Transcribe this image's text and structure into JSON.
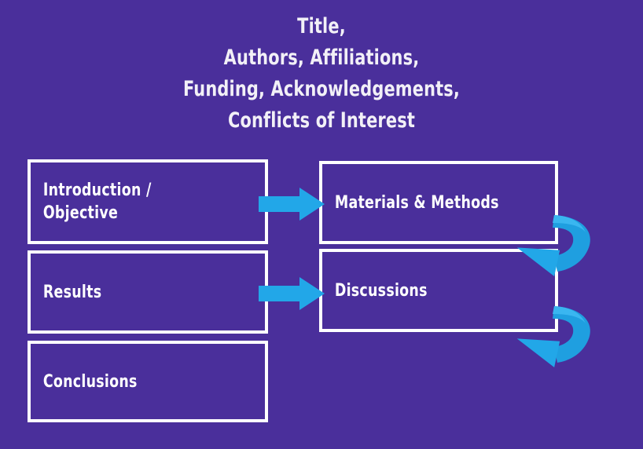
{
  "page": {
    "background_color": "#4a2f9b",
    "accent_color": "#22a7e8",
    "text_color": "#ffffff"
  },
  "header": {
    "lines": [
      "Title,",
      "Authors, Affiliations,",
      "Funding, Acknowledgements,",
      "Conflicts of Interest"
    ]
  },
  "flow": {
    "boxes": [
      {
        "id": "introduction",
        "label": "Introduction /\nObjective"
      },
      {
        "id": "materials",
        "label": "Materials & Methods"
      },
      {
        "id": "results",
        "label": "Results"
      },
      {
        "id": "discussions",
        "label": "Discussions"
      },
      {
        "id": "conclusions",
        "label": "Conclusions"
      }
    ],
    "connectors": [
      {
        "id": "intro-to-materials",
        "type": "straight-arrow-right",
        "from": "introduction",
        "to": "materials"
      },
      {
        "id": "results-to-discussions",
        "type": "straight-arrow-right",
        "from": "results",
        "to": "discussions"
      },
      {
        "id": "materials-to-discussions",
        "type": "curved-arrow-down-left",
        "from": "materials",
        "to": "discussions"
      },
      {
        "id": "discussions-to-next",
        "type": "curved-arrow-down-left",
        "from": "discussions",
        "to": "conclusions"
      }
    ]
  }
}
